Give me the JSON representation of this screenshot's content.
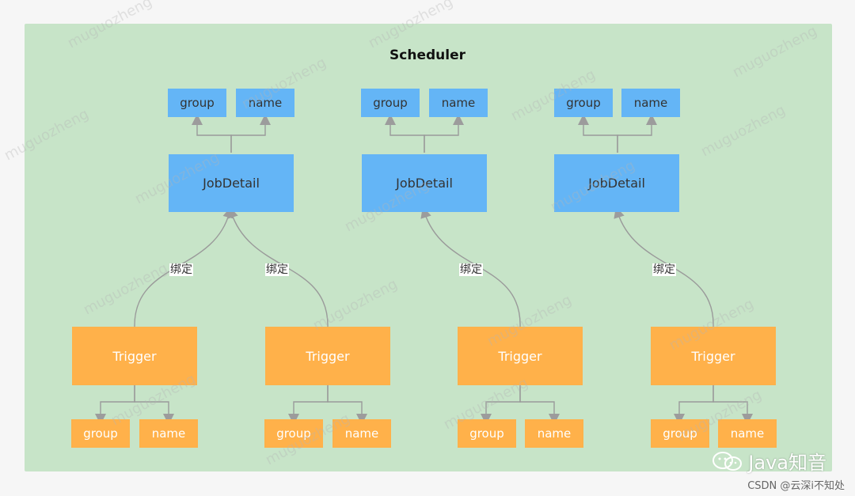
{
  "diagram": {
    "title": "Scheduler",
    "binding_label": "绑定",
    "job_detail_label": "JobDetail",
    "trigger_label": "Trigger",
    "group_label": "group",
    "name_label": "name"
  },
  "watermark": {
    "text": "muguozheng"
  },
  "footer": {
    "brand": "Java知音",
    "csdn": "CSDN @云深i不知处"
  },
  "colors": {
    "background": "#c7e4c8",
    "job_detail": "#64b5f6",
    "trigger": "#ffb14a",
    "line": "#8a8a8a"
  }
}
